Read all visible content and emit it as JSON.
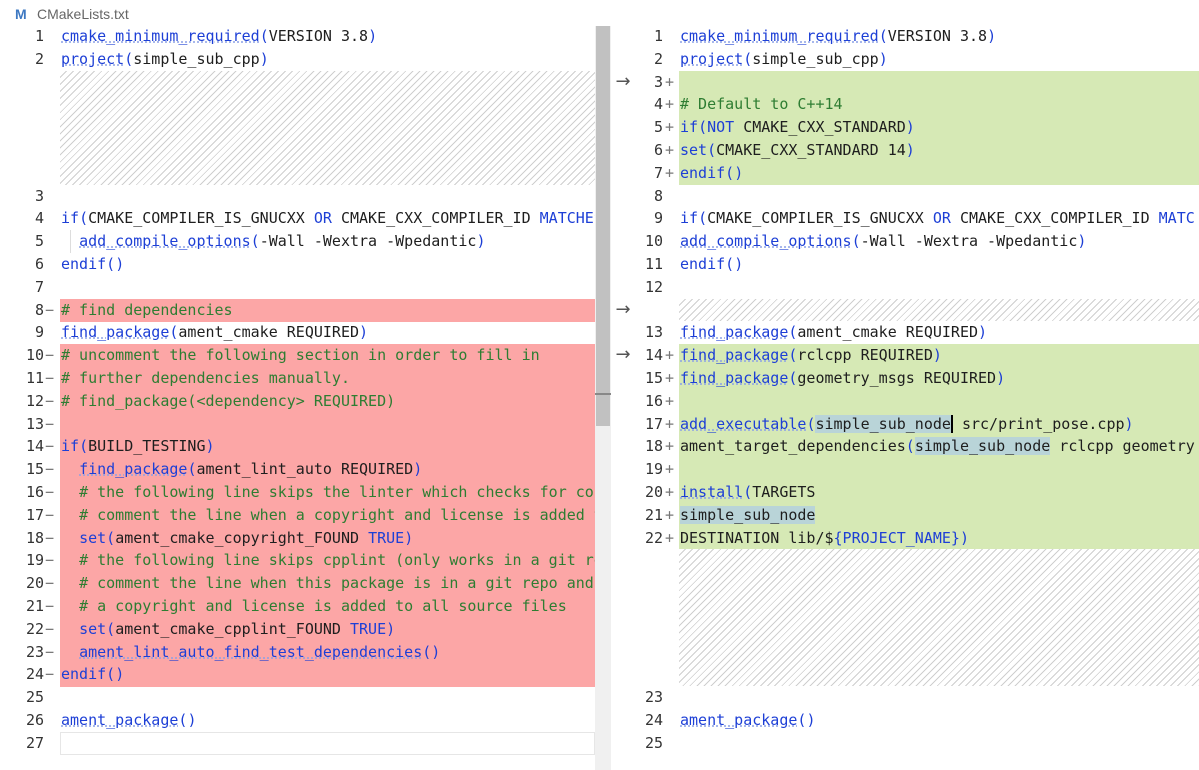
{
  "file": {
    "name": "CMakeLists.txt",
    "icon": "cmake-file-icon"
  },
  "colors": {
    "deleted": "#fca6a6",
    "inserted": "#d6e9b5",
    "keyword": "#1d3fd6",
    "comment": "#2e7d32"
  },
  "left": {
    "lines": [
      {
        "n": "1",
        "m": "",
        "t": "cmake_minimum_required(VERSION 3.8)"
      },
      {
        "n": "2",
        "m": "",
        "t": "project(simple_sub_cpp)"
      },
      {
        "n": "3",
        "m": "",
        "t": ""
      },
      {
        "n": "4",
        "m": "",
        "t": "if(CMAKE_COMPILER_IS_GNUCXX OR CMAKE_CXX_COMPILER_ID MATCHES"
      },
      {
        "n": "5",
        "m": "",
        "t": "  add_compile_options(-Wall -Wextra -Wpedantic)"
      },
      {
        "n": "6",
        "m": "",
        "t": "endif()"
      },
      {
        "n": "7",
        "m": "",
        "t": ""
      },
      {
        "n": "8",
        "m": "−",
        "t": "# find dependencies"
      },
      {
        "n": "9",
        "m": "",
        "t": "find_package(ament_cmake REQUIRED)"
      },
      {
        "n": "10",
        "m": "−",
        "t": "# uncomment the following section in order to fill in"
      },
      {
        "n": "11",
        "m": "−",
        "t": "# further dependencies manually."
      },
      {
        "n": "12",
        "m": "−",
        "t": "# find_package(<dependency> REQUIRED)"
      },
      {
        "n": "13",
        "m": "−",
        "t": ""
      },
      {
        "n": "14",
        "m": "−",
        "t": "if(BUILD_TESTING)"
      },
      {
        "n": "15",
        "m": "−",
        "t": "  find_package(ament_lint_auto REQUIRED)"
      },
      {
        "n": "16",
        "m": "−",
        "t": "  # the following line skips the linter which checks for cop"
      },
      {
        "n": "17",
        "m": "−",
        "t": "  # comment the line when a copyright and license is added t"
      },
      {
        "n": "18",
        "m": "−",
        "t": "  set(ament_cmake_copyright_FOUND TRUE)"
      },
      {
        "n": "19",
        "m": "−",
        "t": "  # the following line skips cpplint (only works in a git re"
      },
      {
        "n": "20",
        "m": "−",
        "t": "  # comment the line when this package is in a git repo and"
      },
      {
        "n": "21",
        "m": "−",
        "t": "  # a copyright and license is added to all source files"
      },
      {
        "n": "22",
        "m": "−",
        "t": "  set(ament_cmake_cpplint_FOUND TRUE)"
      },
      {
        "n": "23",
        "m": "−",
        "t": "  ament_lint_auto_find_test_dependencies()"
      },
      {
        "n": "24",
        "m": "−",
        "t": "endif()"
      },
      {
        "n": "25",
        "m": "",
        "t": ""
      },
      {
        "n": "26",
        "m": "",
        "t": "ament_package()"
      },
      {
        "n": "27",
        "m": "",
        "t": ""
      }
    ]
  },
  "right": {
    "lines": [
      {
        "n": "1",
        "m": "",
        "t": "cmake_minimum_required(VERSION 3.8)"
      },
      {
        "n": "2",
        "m": "",
        "t": "project(simple_sub_cpp)"
      },
      {
        "n": "3",
        "m": "+",
        "t": ""
      },
      {
        "n": "4",
        "m": "+",
        "t": "# Default to C++14"
      },
      {
        "n": "5",
        "m": "+",
        "t": "if(NOT CMAKE_CXX_STANDARD)"
      },
      {
        "n": "6",
        "m": "+",
        "t": "set(CMAKE_CXX_STANDARD 14)"
      },
      {
        "n": "7",
        "m": "+",
        "t": "endif()"
      },
      {
        "n": "8",
        "m": "",
        "t": ""
      },
      {
        "n": "9",
        "m": "",
        "t": "if(CMAKE_COMPILER_IS_GNUCXX OR CMAKE_CXX_COMPILER_ID MATC"
      },
      {
        "n": "10",
        "m": "",
        "t": "add_compile_options(-Wall -Wextra -Wpedantic)"
      },
      {
        "n": "11",
        "m": "",
        "t": "endif()"
      },
      {
        "n": "12",
        "m": "",
        "t": ""
      },
      {
        "n": "13",
        "m": "",
        "t": "find_package(ament_cmake REQUIRED)"
      },
      {
        "n": "14",
        "m": "+",
        "t": "find_package(rclcpp REQUIRED)"
      },
      {
        "n": "15",
        "m": "+",
        "t": "find_package(geometry_msgs REQUIRED)"
      },
      {
        "n": "16",
        "m": "+",
        "t": ""
      },
      {
        "n": "17",
        "m": "+",
        "t": "add_executable(simple_sub_node src/print_pose.cpp)"
      },
      {
        "n": "18",
        "m": "+",
        "t": "ament_target_dependencies(simple_sub_node rclcpp geometry"
      },
      {
        "n": "19",
        "m": "+",
        "t": ""
      },
      {
        "n": "20",
        "m": "+",
        "t": "install(TARGETS"
      },
      {
        "n": "21",
        "m": "+",
        "t": "simple_sub_node"
      },
      {
        "n": "22",
        "m": "+",
        "t": "DESTINATION lib/${PROJECT_NAME})"
      },
      {
        "n": "23",
        "m": "",
        "t": ""
      },
      {
        "n": "24",
        "m": "",
        "t": "ament_package()"
      },
      {
        "n": "25",
        "m": "",
        "t": ""
      }
    ]
  }
}
